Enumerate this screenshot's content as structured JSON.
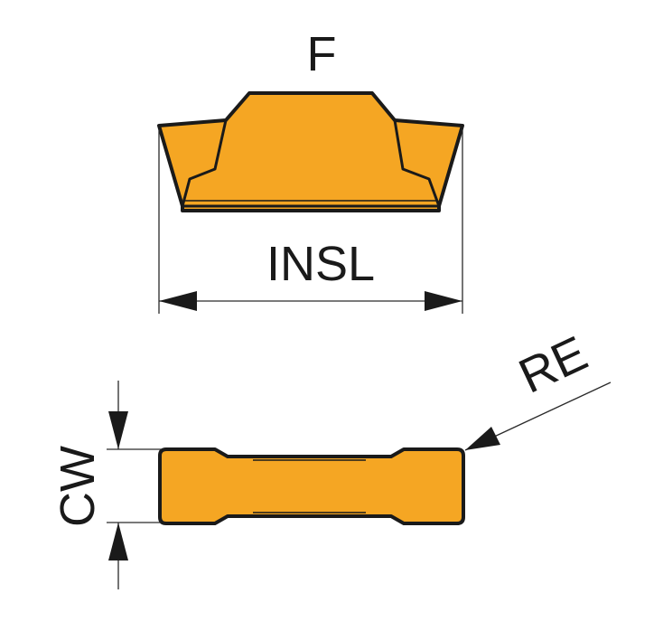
{
  "labels": {
    "front_view": "F",
    "insert_length": "INSL",
    "corner_radius": "RE",
    "cutting_width": "CW"
  },
  "colors": {
    "insert_fill": "#F5A623",
    "outline": "#1a1a1a",
    "dimension_line": "#2a2a2a",
    "background": "#ffffff"
  }
}
